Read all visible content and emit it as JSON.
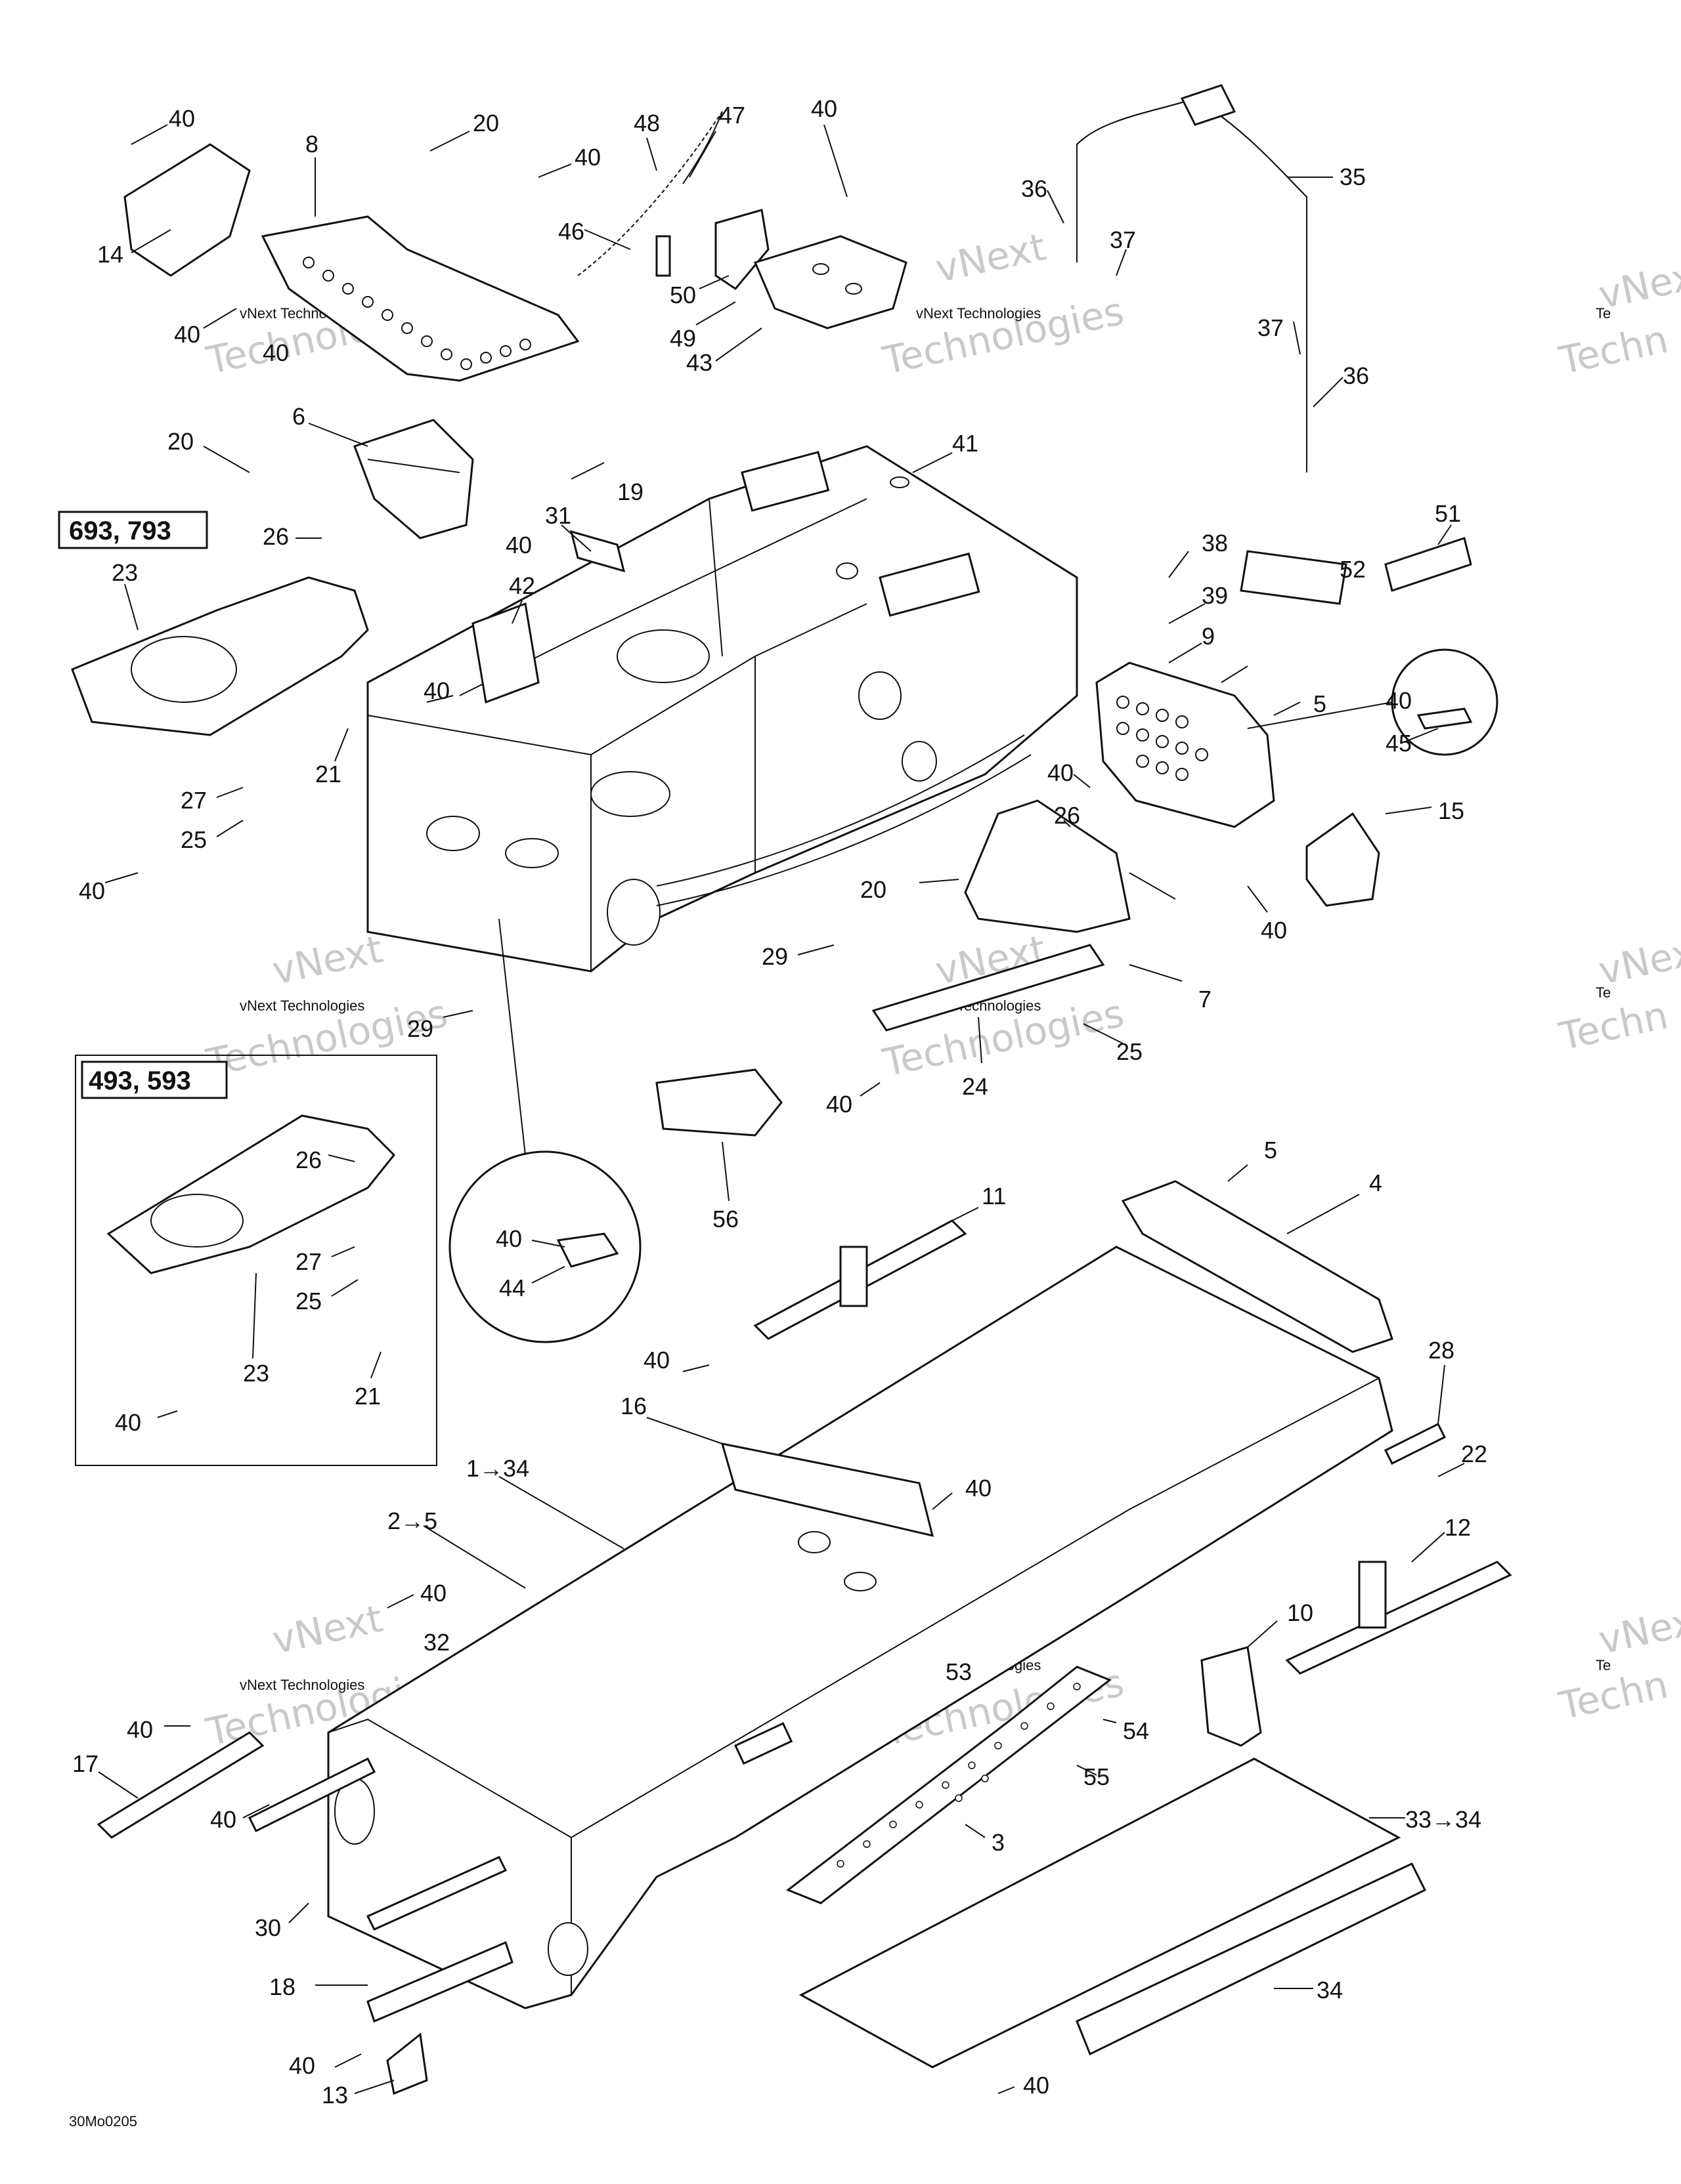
{
  "watermark": {
    "line1": "vNext",
    "line2": "Technologies",
    "full": "vNext Technologies",
    "partial_tail": "Te",
    "partial_tech": "Techn"
  },
  "figure_code": "30Mo0205",
  "model_boxes": [
    {
      "label": "693, 793"
    },
    {
      "label": "493, 593"
    }
  ],
  "callouts": [
    "40",
    "20",
    "8",
    "48",
    "47",
    "40",
    "40",
    "35",
    "14",
    "46",
    "36",
    "37",
    "40",
    "40",
    "50",
    "49",
    "43",
    "37",
    "36",
    "6",
    "20",
    "41",
    "19",
    "51",
    "26",
    "31",
    "40",
    "23",
    "52",
    "42",
    "38",
    "40",
    "39",
    "9",
    "40",
    "5",
    "45",
    "21",
    "40",
    "26",
    "15",
    "27",
    "25",
    "20",
    "40",
    "29",
    "7",
    "40",
    "29",
    "24",
    "25",
    "40",
    "56",
    "26",
    "27",
    "25",
    "23",
    "40",
    "21",
    "40",
    "44",
    "5",
    "4",
    "11",
    "28",
    "40",
    "16",
    "22",
    "1→34",
    "40",
    "2→5",
    "12",
    "40",
    "32",
    "10",
    "53",
    "54",
    "40",
    "17",
    "55",
    "40",
    "33→34",
    "3",
    "30",
    "18",
    "34",
    "40",
    "13",
    "40"
  ]
}
